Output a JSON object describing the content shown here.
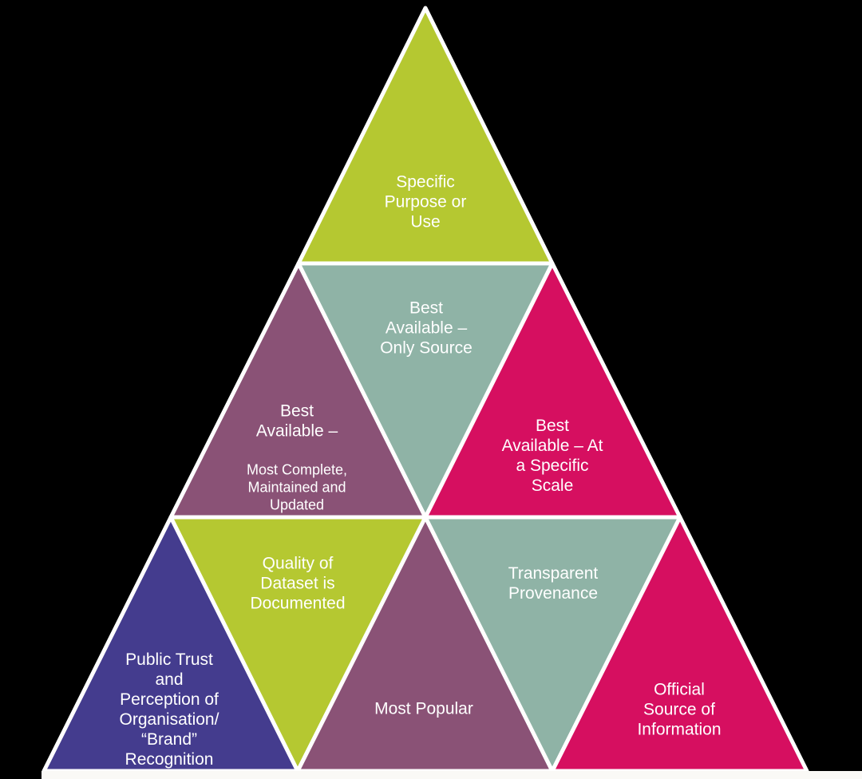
{
  "diagram": {
    "type": "pyramid-of-triangles",
    "rows": 3,
    "background_color": "#000000",
    "divider_color": "#ffffff",
    "text_color": "#ffffff",
    "bottom_strip_color": "#faf9f6"
  },
  "triangles": [
    {
      "name": "specific-purpose-or-use",
      "row": 1,
      "orientation": "up",
      "color": "#b5c831",
      "label": "Specific\nPurpose or\nUse"
    },
    {
      "name": "best-available-most-complete",
      "row": 2,
      "orientation": "up",
      "color": "#8a5276",
      "label": "Best\nAvailable –",
      "sublabel": "Most Complete,\nMaintained and\nUpdated"
    },
    {
      "name": "best-available-only-source",
      "row": 2,
      "orientation": "down",
      "color": "#8fb3a6",
      "label": "Best\nAvailable –\nOnly Source"
    },
    {
      "name": "best-available-at-a-specific-scale",
      "row": 2,
      "orientation": "up",
      "color": "#d60f60",
      "label": "Best\nAvailable – At\na Specific\nScale"
    },
    {
      "name": "public-trust-brand-recognition",
      "row": 3,
      "orientation": "up",
      "color": "#443c8e",
      "label": "Public Trust\nand\nPerception of\nOrganisation/\n“Brand”\nRecognition"
    },
    {
      "name": "quality-of-dataset-documented",
      "row": 3,
      "orientation": "down",
      "color": "#b5c831",
      "label": "Quality of\nDataset is\nDocumented"
    },
    {
      "name": "most-popular",
      "row": 3,
      "orientation": "up",
      "color": "#8a5276",
      "label": "Most Popular"
    },
    {
      "name": "transparent-provenance",
      "row": 3,
      "orientation": "down",
      "color": "#8fb3a6",
      "label": "Transparent\nProvenance"
    },
    {
      "name": "official-source-of-information",
      "row": 3,
      "orientation": "up",
      "color": "#d60f60",
      "label": "Official\nSource of\nInformation"
    }
  ]
}
